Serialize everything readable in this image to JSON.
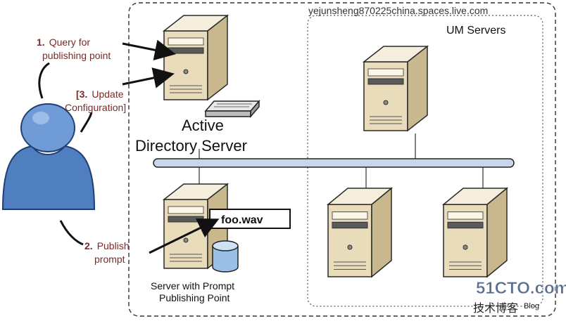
{
  "watermark": {
    "url": "yejunsheng870225china.spaces.live.com",
    "logo_text": "51CTO.com",
    "logo_sub": "技术博客",
    "logo_blog": "Blog"
  },
  "um_group": {
    "title": "UM Servers"
  },
  "steps": {
    "step1_num": "1.",
    "step1_line1": "Query for",
    "step1_line2": "publishing point",
    "step3_num": "[3.",
    "step3_line1": "Update",
    "step3_line2": "Configuration]",
    "step2_num": "2.",
    "step2_line1": "Publish",
    "step2_line2": "prompt"
  },
  "servers": {
    "ad_line1": "Active",
    "ad_line2": "Directory Server",
    "prompt_line1": "Server with Prompt",
    "prompt_line2": "Publishing Point"
  },
  "file": {
    "name": "foo.wav"
  },
  "icons": [
    "user-icon",
    "server-icon",
    "database-icon",
    "keyboard-icon",
    "network-bus"
  ],
  "colors": {
    "frame": "#333333",
    "label_red": "#7a2a2a",
    "server_light": "#f2e8cf",
    "server_mid": "#d8c9a2",
    "server_dark": "#a89770",
    "user_blue": "#4f7fbf",
    "bus_fill": "#c9d6ea"
  }
}
